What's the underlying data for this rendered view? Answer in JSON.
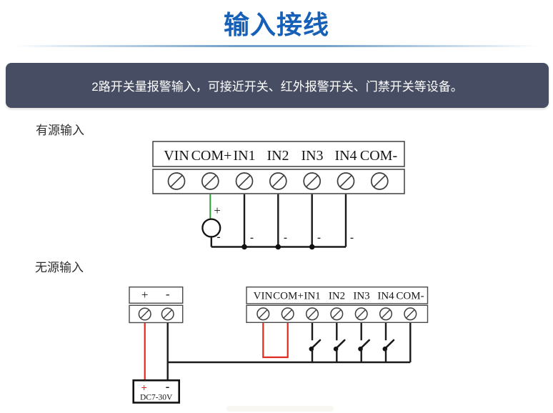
{
  "colors": {
    "title_blue": "#1660b8",
    "divider_blue": "#6f9fca",
    "banner_bg": "#474d63",
    "banner_text": "#ffffff",
    "text_dark": "#2f2f2f",
    "block_border": "#4a4a4a",
    "wire_black": "#1a1a1a",
    "wire_green": "#2e9b44",
    "wire_red": "#e02a1f"
  },
  "header": {
    "title": "输入接线",
    "banner_text": "2路开关量报警输入，可接近开关、红外报警开关、门禁开关等设备。"
  },
  "active_diagram": {
    "section_label": "有源输入",
    "terminals": [
      "VIN",
      "COM+",
      "IN1",
      "IN2",
      "IN3",
      "IN4",
      "COM-"
    ],
    "source_plus": "+",
    "source_minus": "-",
    "wire_minus_labels": [
      "-",
      "-",
      "-",
      "-"
    ]
  },
  "passive_diagram": {
    "section_label": "无源输入",
    "terminals": [
      "VIN",
      "COM+",
      "IN1",
      "IN2",
      "IN3",
      "IN4",
      "COM-"
    ],
    "power_terminal_labels": [
      "+",
      "-"
    ],
    "battery": {
      "plus": "+",
      "minus": "-",
      "label": "DC7-30V"
    }
  }
}
